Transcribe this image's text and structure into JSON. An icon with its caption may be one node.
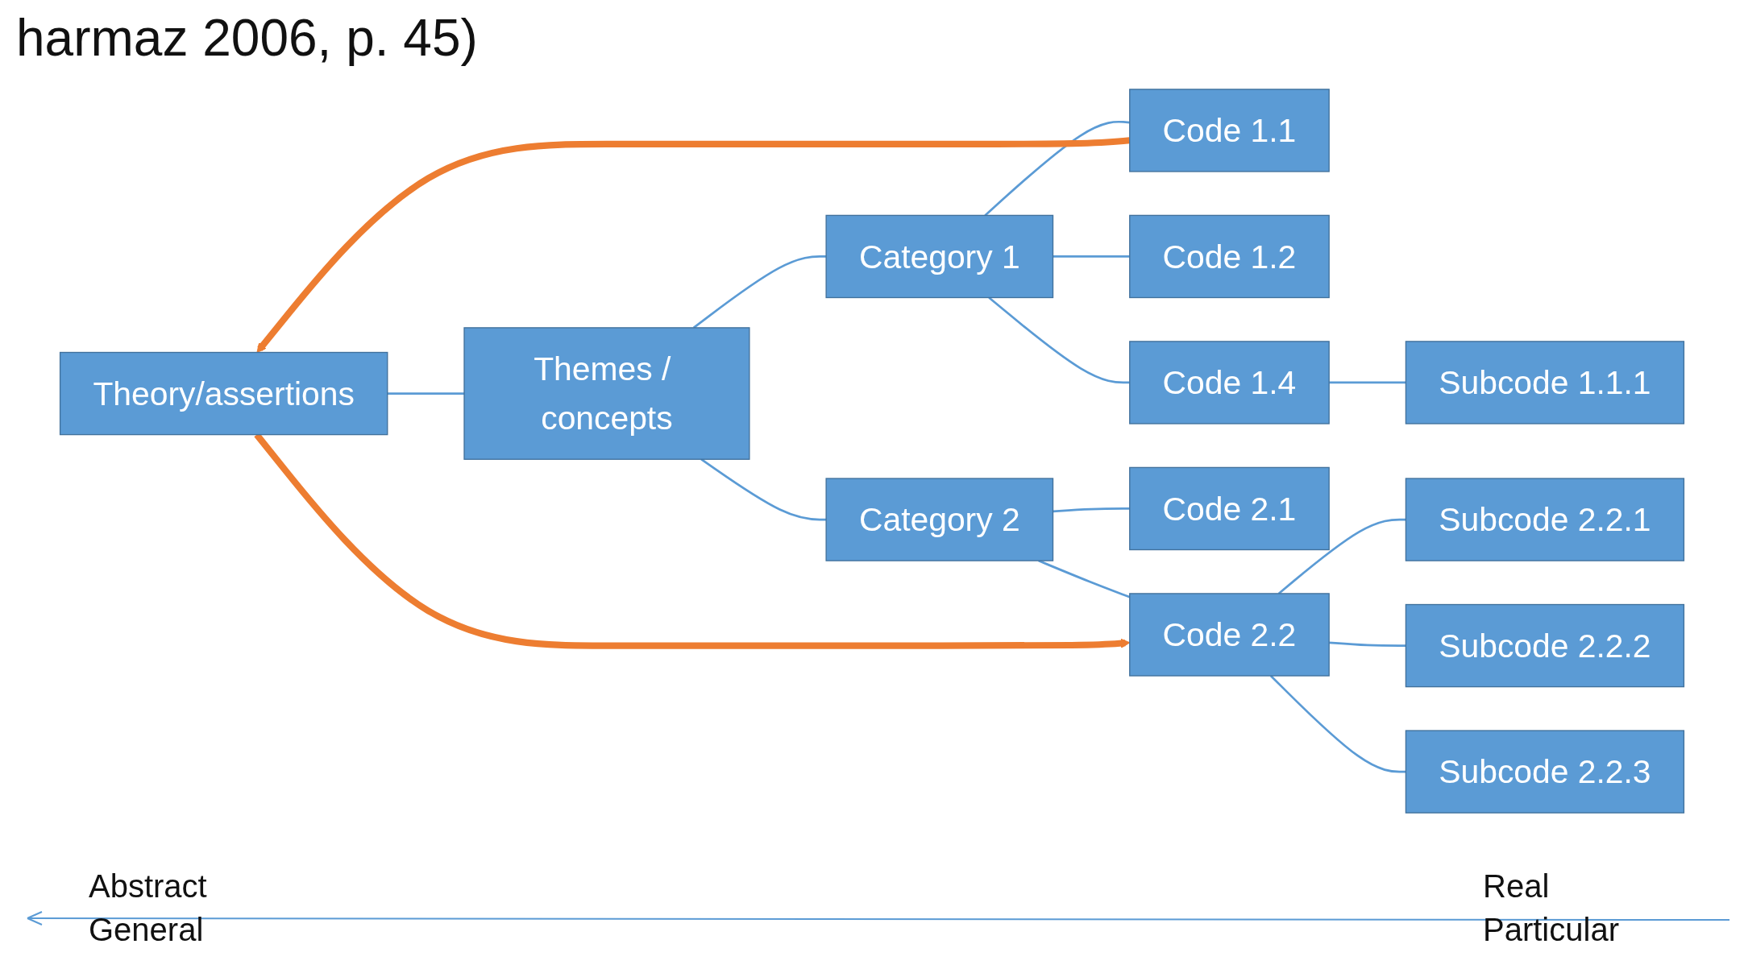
{
  "diagram": {
    "title": "harmaz 2006, p. 45)",
    "nodes": [
      {
        "text": [
          "Theory/assertions"
        ]
      },
      {
        "text": [
          "Themes / concepts"
        ]
      },
      {
        "text": [
          "Category 1"
        ]
      },
      {
        "text": [
          "Category 2"
        ]
      },
      {
        "text": [
          "Code 1.1"
        ]
      },
      {
        "text": [
          "Code 1.2"
        ]
      },
      {
        "text": [
          "Code 1.4"
        ]
      },
      {
        "text": [
          "Code 2.1"
        ]
      },
      {
        "text": [
          "Code 2.2"
        ]
      },
      {
        "text": [
          "Subcode 1.1.1"
        ]
      },
      {
        "text": [
          "Subcode 2.2.1"
        ]
      },
      {
        "text": [
          "Subcode 2.2.2"
        ]
      },
      {
        "text": [
          "Subcode 2.2.3"
        ]
      }
    ],
    "edges": [
      {
        "from": 0,
        "to": 1,
        "arrow": "none"
      },
      {
        "from": 1,
        "to": 2,
        "arrow": "none"
      },
      {
        "from": 1,
        "to": 3,
        "arrow": "none"
      },
      {
        "from": 2,
        "to": 4,
        "arrow": "none"
      },
      {
        "from": 2,
        "to": 5,
        "arrow": "none"
      },
      {
        "from": 2,
        "to": 6,
        "arrow": "none"
      },
      {
        "from": 6,
        "to": 9,
        "arrow": "none"
      },
      {
        "from": 3,
        "to": 7,
        "arrow": "none"
      },
      {
        "from": 3,
        "to": 8,
        "arrow": "none"
      },
      {
        "from": 8,
        "to": 10,
        "arrow": "none"
      },
      {
        "from": 8,
        "to": 11,
        "arrow": "none"
      },
      {
        "from": 8,
        "to": 12,
        "arrow": "none"
      },
      {
        "from": 4,
        "to": 0,
        "arrow": "to",
        "style": "thick",
        "color": "#ed7d31"
      },
      {
        "from": 0,
        "to": 8,
        "arrow": "to",
        "style": "thick",
        "color": "#ed7d31"
      }
    ],
    "labels": [
      "Abstract",
      "General",
      "Real",
      "Particular"
    ]
  }
}
